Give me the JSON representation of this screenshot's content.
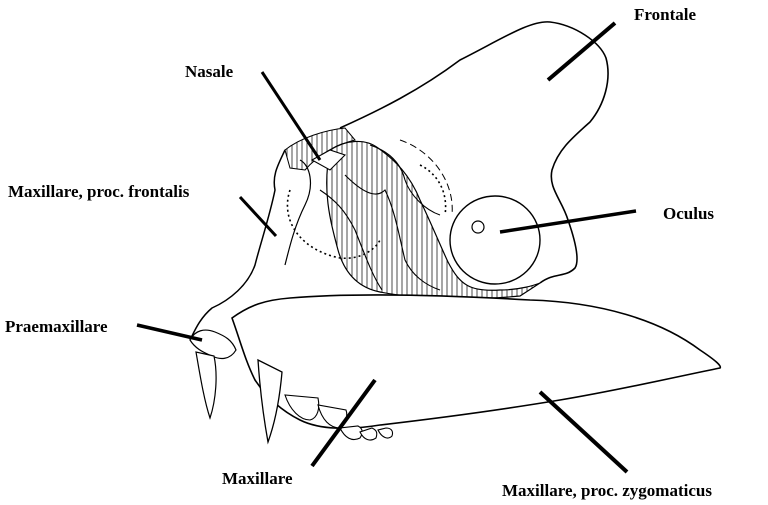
{
  "labels": {
    "frontale": "Frontale",
    "nasale": "Nasale",
    "maxillare_proc_frontalis": "Maxillare, proc. frontalis",
    "oculus": "Oculus",
    "praemaxillare": "Praemaxillare",
    "maxillare": "Maxillare",
    "maxillare_proc_zygomaticus": "Maxillare, proc. zygomaticus"
  }
}
